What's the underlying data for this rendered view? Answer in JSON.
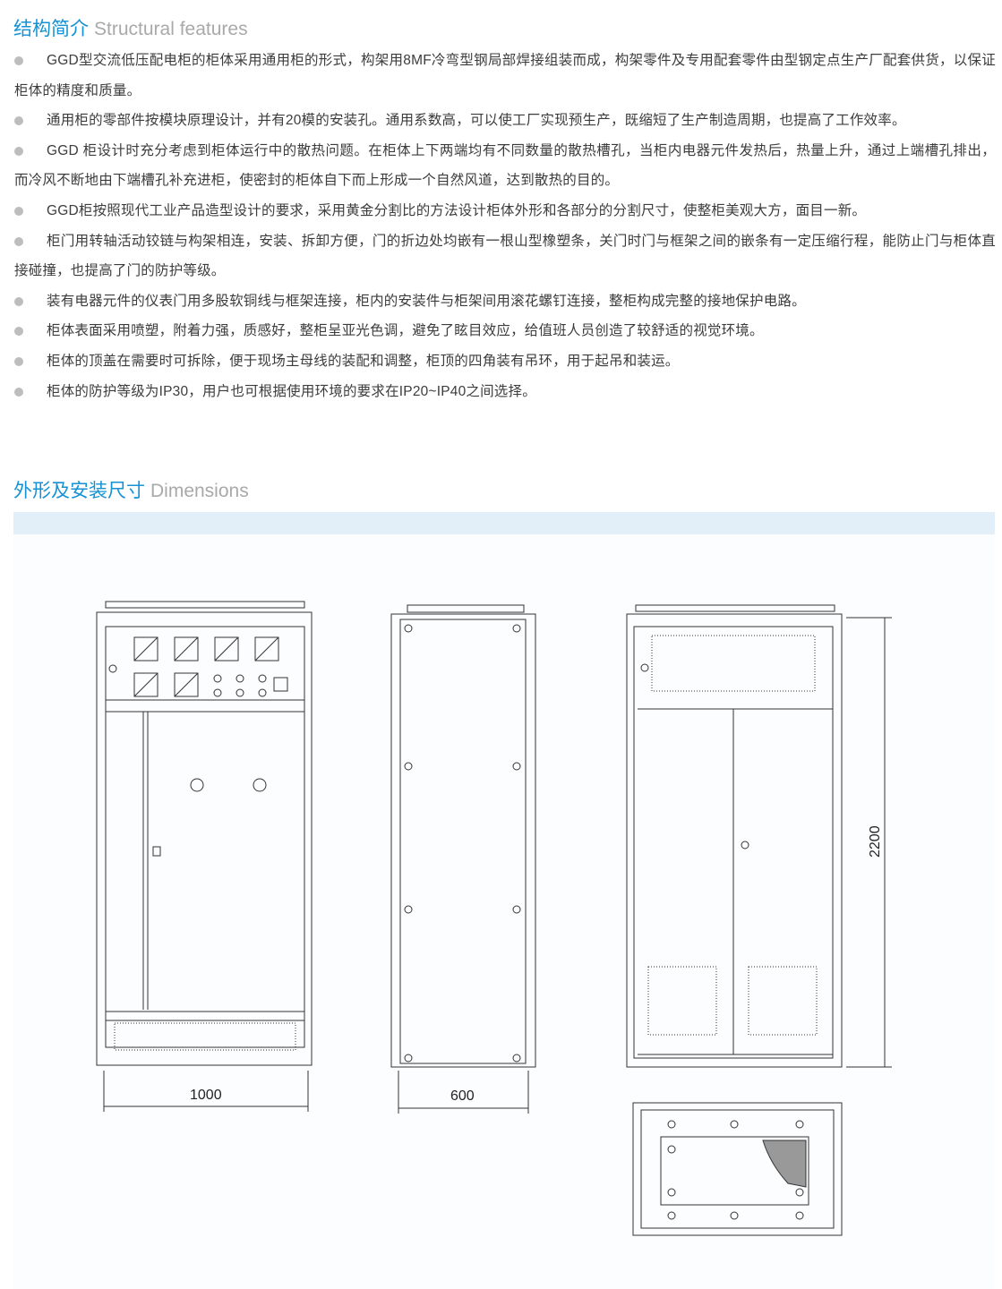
{
  "features_section": {
    "title_cn": "结构简介",
    "title_en": "Structural features",
    "items": [
      "GGD型交流低压配电柜的柜体采用通用柜的形式，构架用8MF冷弯型钢局部焊接组装而成，构架零件及专用配套零件由型钢定点生产厂配套供货，以保证柜体的精度和质量。",
      "通用柜的零部件按模块原理设计，并有20模的安装孔。通用系数高，可以使工厂实现预生产，既缩短了生产制造周期，也提高了工作效率。",
      "GGD 柜设计时充分考虑到柜体运行中的散热问题。在柜体上下两端均有不同数量的散热槽孔，当柜内电器元件发热后，热量上升，通过上端槽孔排出，而冷风不断地由下端槽孔补充进柜，使密封的柜体自下而上形成一个自然风道，达到散热的目的。",
      "GGD柜按照现代工业产品造型设计的要求，采用黄金分割比的方法设计柜体外形和各部分的分割尺寸，使整柜美观大方，面目一新。",
      "柜门用转轴活动铰链与构架相连，安装、拆卸方便，门的折边处均嵌有一根山型橡塑条，关门时门与框架之间的嵌条有一定压缩行程，能防止门与柜体直接碰撞，也提高了门的防护等级。",
      "装有电器元件的仪表门用多股软铜线与框架连接，柜内的安装件与柜架间用滚花螺钉连接，整柜构成完整的接地保护电路。",
      "柜体表面采用喷塑，附着力强，质感好，整柜呈亚光色调，避免了眩目效应，给值班人员创造了较舒适的视觉环境。",
      "柜体的顶盖在需要时可拆除，便于现场主母线的装配和调整，柜顶的四角装有吊环，用于起吊和装运。",
      "柜体的防护等级为IP30，用户也可根据使用环境的要求在IP20~IP40之间选择。"
    ]
  },
  "dimensions_section": {
    "title_cn": "外形及安装尺寸",
    "title_en": "Dimensions",
    "width_label": "1000",
    "depth_label": "600",
    "height_label": "2200"
  },
  "colors": {
    "accent": "#1592d4",
    "muted": "#a9a9a9",
    "band": "#e2eff8"
  }
}
